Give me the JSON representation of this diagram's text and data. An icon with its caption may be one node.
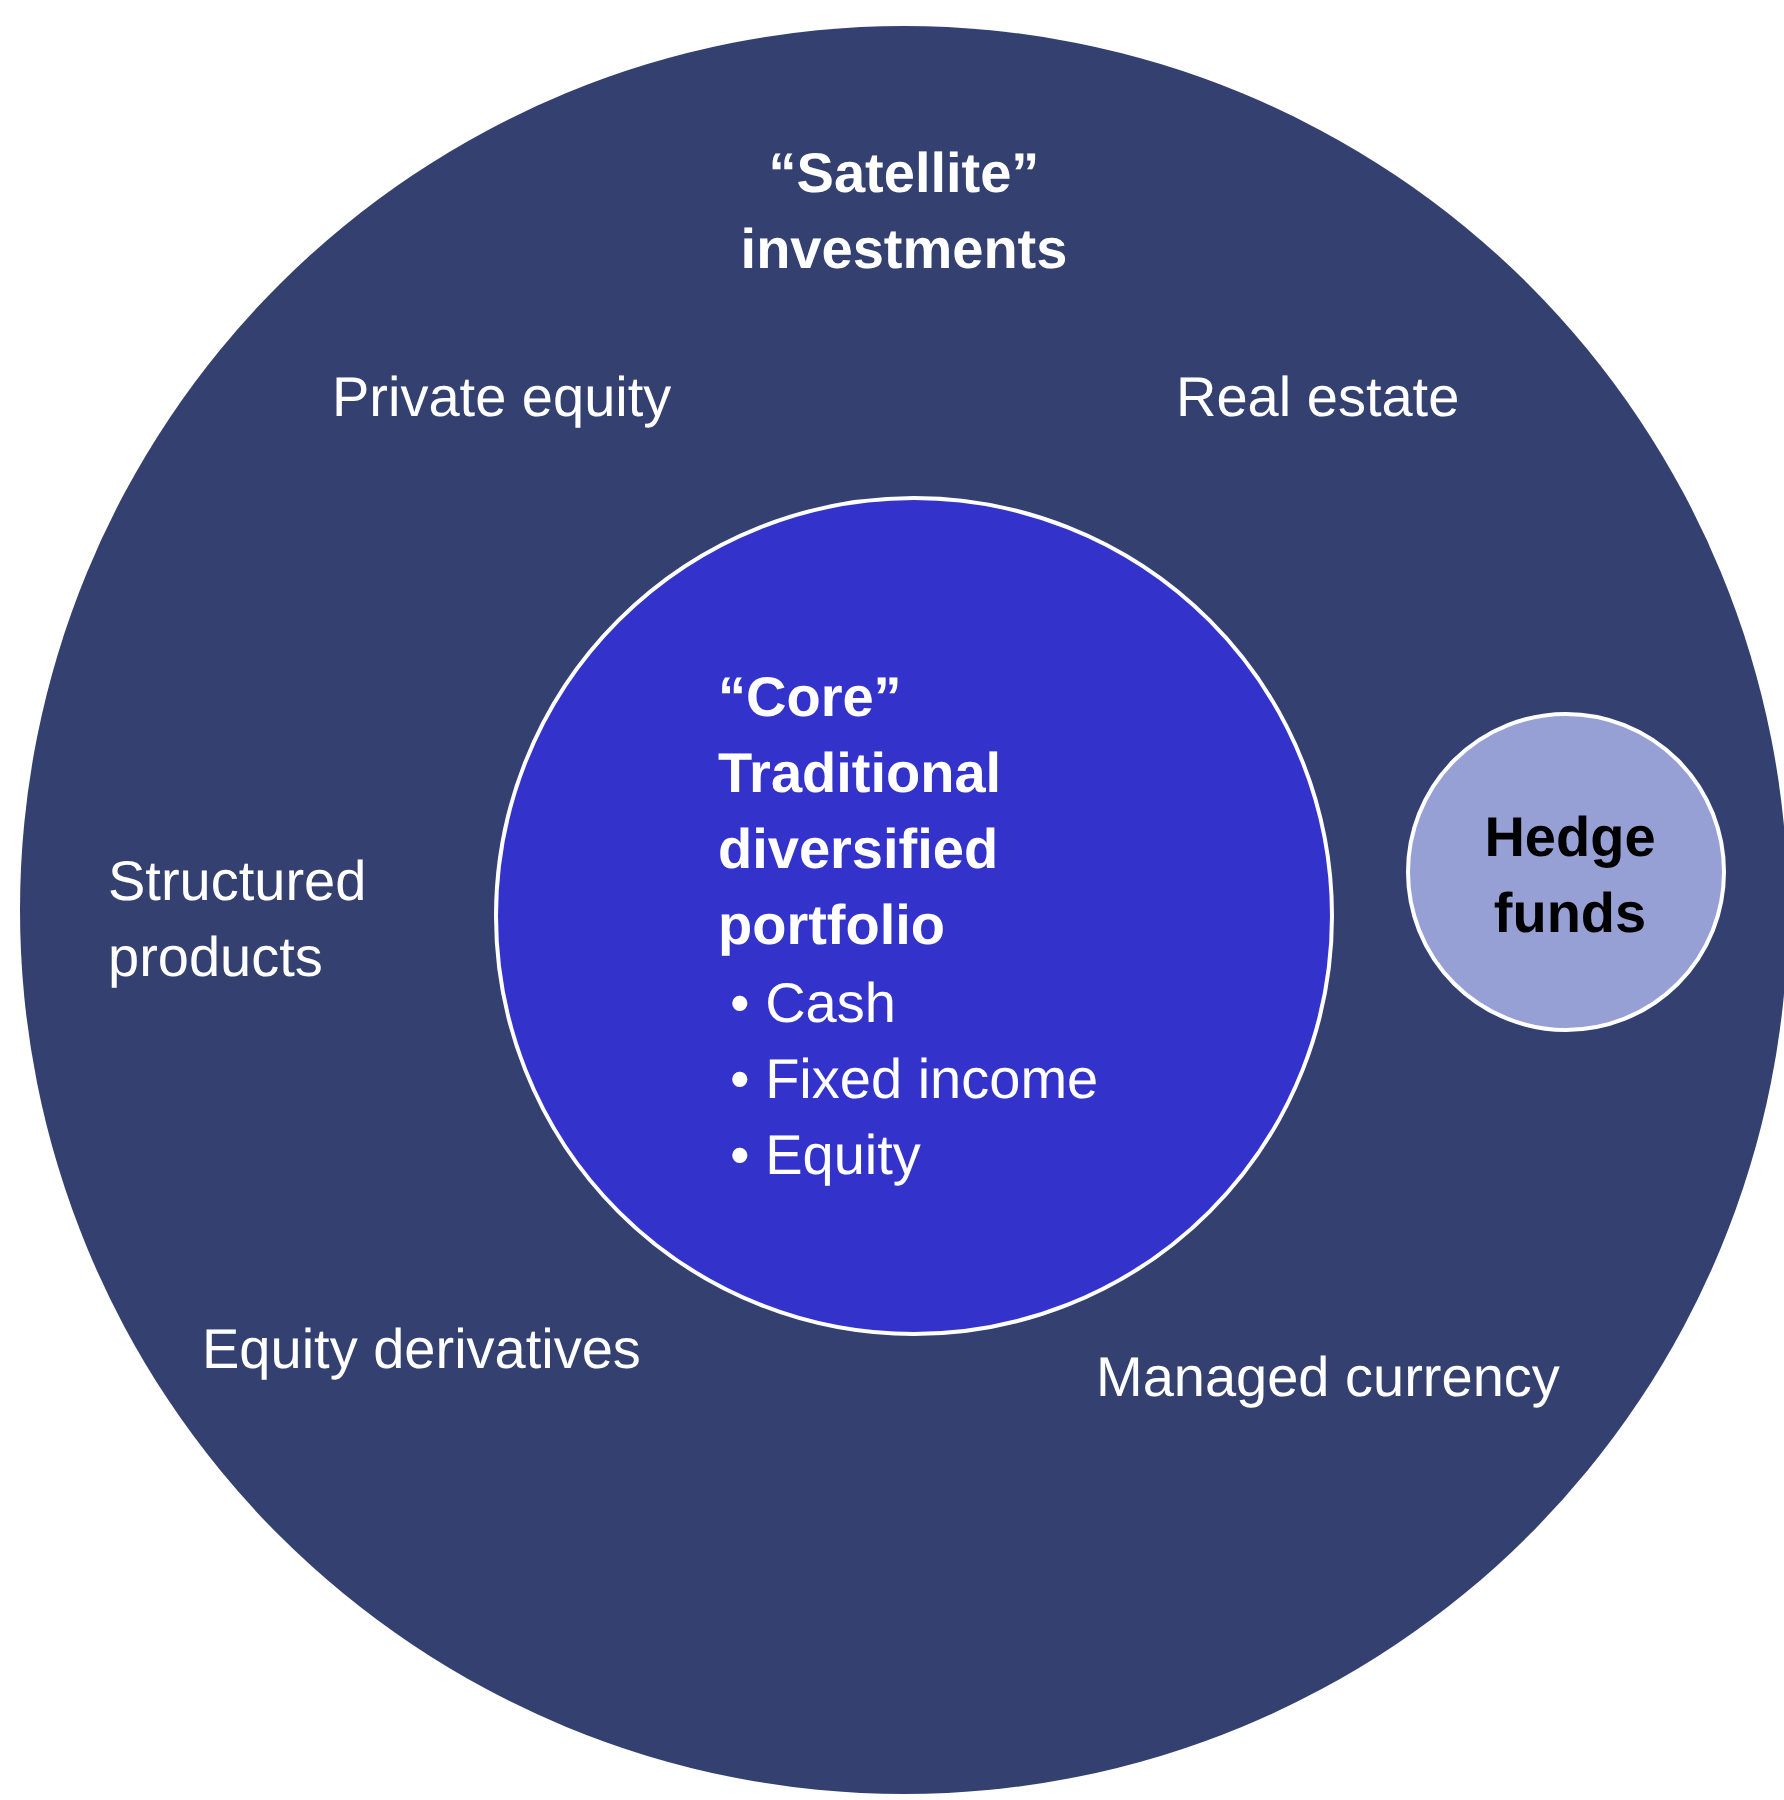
{
  "diagram": {
    "nodes": [
      {
        "text": [
          "“Satellite” investments"
        ]
      },
      {
        "text": [
          "“Core” Traditional diversified portfolio",
          "• Cash",
          "• Fixed income",
          "• Equity"
        ],
        "in": 0
      },
      {
        "text": [
          "Hedge funds"
        ],
        "in": 0
      }
    ],
    "labels": [
      "Private equity",
      "Real estate",
      "Structured products",
      "Equity derivatives",
      "Managed currency"
    ]
  }
}
